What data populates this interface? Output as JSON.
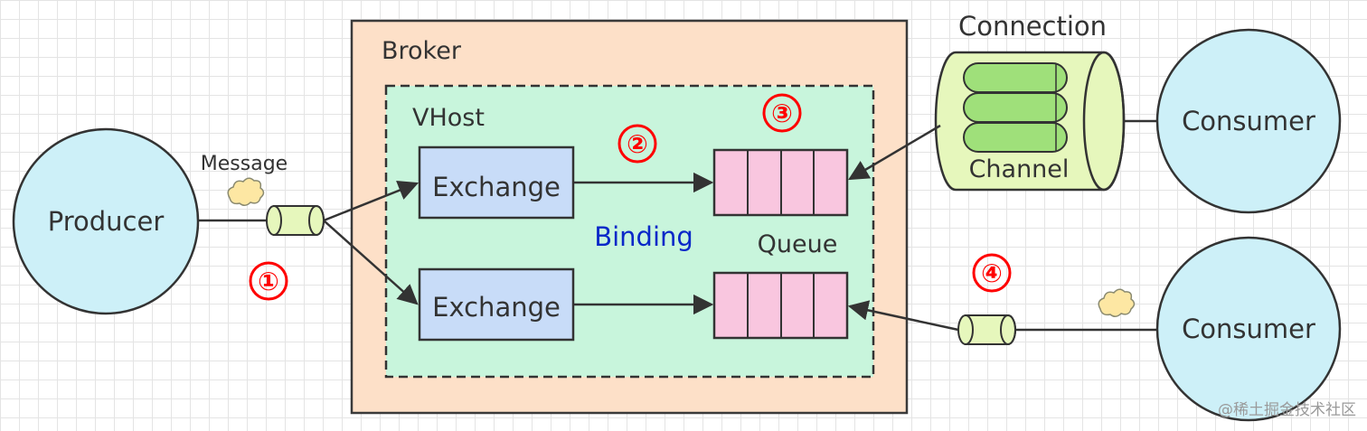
{
  "labels": {
    "broker": "Broker",
    "vhost": "VHost",
    "producer": "Producer",
    "message": "Message",
    "exchange_1": "Exchange",
    "exchange_2": "Exchange",
    "binding": "Binding",
    "queue": "Queue",
    "connection": "Connection",
    "channel": "Channel",
    "consumer_1": "Consumer",
    "consumer_2": "Consumer"
  },
  "steps": [
    "①",
    "②",
    "③",
    "④"
  ],
  "watermark": "@稀土掘金技术社区",
  "colors": {
    "broker_fill": "#fde0c8",
    "vhost_fill": "#c8f5dc",
    "exchange_fill": "#c8dcf8",
    "queue_fill": "#f9c6df",
    "node_fill": "#cdf0f8",
    "pipe_fill": "#e6f7bc",
    "step_color": "#ff0000",
    "binding_color": "#0a28c8"
  }
}
